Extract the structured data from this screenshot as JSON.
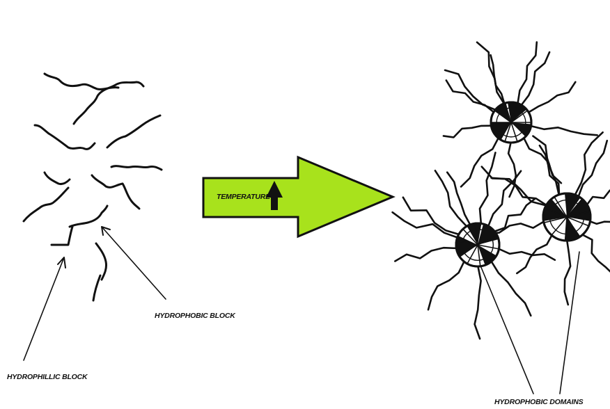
{
  "labels": {
    "hydrophilic_block": "HYDROPHILLIC BLOCK",
    "hydrophobic_block": "HYDROPHOBIC BLOCK",
    "hydrophobic_domains": "HYDROPHOBIC DOMAINS",
    "temperature": "TEMPERATURE"
  },
  "colors": {
    "arrow_fill": "#a8e21c",
    "line": "#111111",
    "background": "#ffffff"
  },
  "icons": {
    "temperature_up": "up-arrow-icon"
  },
  "micelle_count": 3,
  "free_chain_count": 12
}
